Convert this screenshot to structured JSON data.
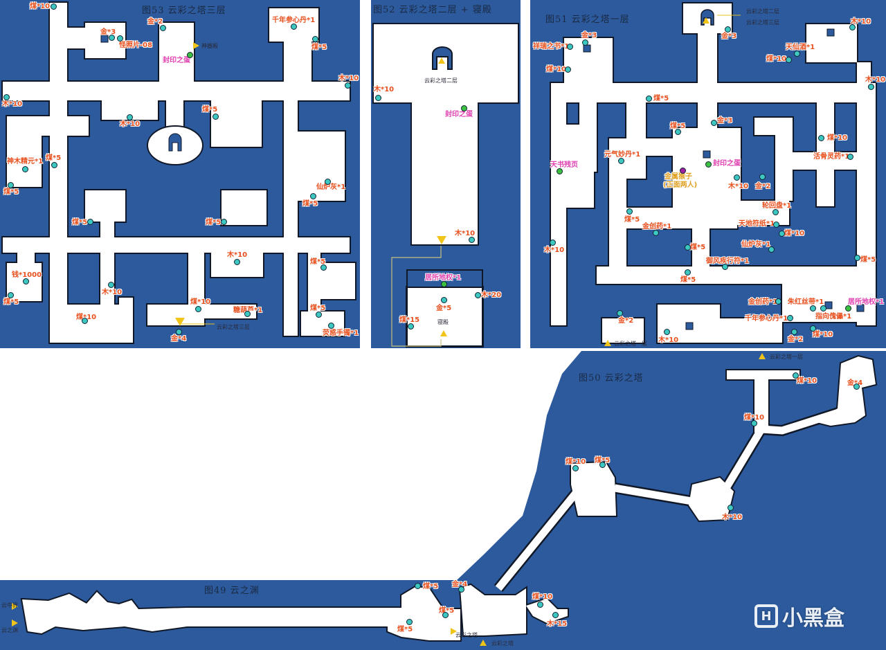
{
  "colors": {
    "water": "#2c5a9c",
    "floor": "#ffffff",
    "item_text": "#e8501e",
    "key_text": "#e040b0",
    "gold_text": "#e0a020",
    "item_dot": "#3cc8c0",
    "key_dot": "#3cc040",
    "marker": "#f0c419"
  },
  "maps": {
    "m53": {
      "title": "图53 云彩之塔三层",
      "labels": [
        {
          "text": "煤*10",
          "kind": "item"
        },
        {
          "text": "金*3",
          "kind": "item"
        },
        {
          "text": "怪照片-08",
          "kind": "item"
        },
        {
          "text": "金*2",
          "kind": "item"
        },
        {
          "text": "神器殿",
          "kind": "place"
        },
        {
          "text": "封印之蛋",
          "kind": "key"
        },
        {
          "text": "千年参心丹*1",
          "kind": "item"
        },
        {
          "text": "煤*5",
          "kind": "item"
        },
        {
          "text": "木*10",
          "kind": "item"
        },
        {
          "text": "木*10",
          "kind": "item"
        },
        {
          "text": "木*10",
          "kind": "item"
        },
        {
          "text": "煤*5",
          "kind": "item"
        },
        {
          "text": "神木精元*1",
          "kind": "item"
        },
        {
          "text": "煤*5",
          "kind": "item"
        },
        {
          "text": "煤*5",
          "kind": "item"
        },
        {
          "text": "仙炉灰*1",
          "kind": "item"
        },
        {
          "text": "煤*5",
          "kind": "item"
        },
        {
          "text": "煤*5",
          "kind": "item"
        },
        {
          "text": "煤*5",
          "kind": "item"
        },
        {
          "text": "木*10",
          "kind": "item"
        },
        {
          "text": "煤*5",
          "kind": "item"
        },
        {
          "text": "钱*1000",
          "kind": "item"
        },
        {
          "text": "木*10",
          "kind": "item"
        },
        {
          "text": "煤*5",
          "kind": "item"
        },
        {
          "text": "煤*10",
          "kind": "item"
        },
        {
          "text": "煤*10",
          "kind": "item"
        },
        {
          "text": "糖葫芦*1",
          "kind": "item"
        },
        {
          "text": "煤*5",
          "kind": "item"
        },
        {
          "text": "云彩之塔三层",
          "kind": "place"
        },
        {
          "text": "金*4",
          "kind": "item"
        },
        {
          "text": "荧惑手镯*1",
          "kind": "item"
        }
      ]
    },
    "m52": {
      "title": "图52 云彩之塔二层 + 寝殿",
      "labels": [
        {
          "text": "云彩之塔二层",
          "kind": "place"
        },
        {
          "text": "木*10",
          "kind": "item"
        },
        {
          "text": "封印之蛋",
          "kind": "key"
        },
        {
          "text": "木*10",
          "kind": "item"
        },
        {
          "text": "居所地权*1",
          "kind": "key"
        },
        {
          "text": "木*20",
          "kind": "item"
        },
        {
          "text": "金*5",
          "kind": "item"
        },
        {
          "text": "煤*15",
          "kind": "item"
        },
        {
          "text": "寝殿",
          "kind": "place"
        }
      ]
    },
    "m51": {
      "title": "图51 云彩之塔一层",
      "labels": [
        {
          "text": "云彩之塔二层",
          "kind": "place"
        },
        {
          "text": "云彩之塔三层",
          "kind": "place"
        },
        {
          "text": "金*3",
          "kind": "item"
        },
        {
          "text": "金*3",
          "kind": "item"
        },
        {
          "text": "祥瑞之书*1",
          "kind": "item"
        },
        {
          "text": "煤*10",
          "kind": "item"
        },
        {
          "text": "木*10",
          "kind": "item"
        },
        {
          "text": "天仙酒*1",
          "kind": "item"
        },
        {
          "text": "煤*10",
          "kind": "item"
        },
        {
          "text": "木*10",
          "kind": "item"
        },
        {
          "text": "煤*5",
          "kind": "item"
        },
        {
          "text": "金*3",
          "kind": "item"
        },
        {
          "text": "煤*5",
          "kind": "item"
        },
        {
          "text": "煤*10",
          "kind": "item"
        },
        {
          "text": "活骨灵药*1",
          "kind": "item"
        },
        {
          "text": "元气妙丹*1",
          "kind": "item"
        },
        {
          "text": "封印之蛋",
          "kind": "key"
        },
        {
          "text": "天书残页",
          "kind": "key"
        },
        {
          "text": "金属猴子",
          "kind": "gold"
        },
        {
          "text": "(正面两人)",
          "kind": "gold"
        },
        {
          "text": "木*10",
          "kind": "item"
        },
        {
          "text": "金*2",
          "kind": "item"
        },
        {
          "text": "轮回盘*1",
          "kind": "item"
        },
        {
          "text": "天地符纸*1",
          "kind": "item"
        },
        {
          "text": "煤*10",
          "kind": "item"
        },
        {
          "text": "煤*5",
          "kind": "item"
        },
        {
          "text": "金创药*1",
          "kind": "item"
        },
        {
          "text": "煤*5",
          "kind": "item"
        },
        {
          "text": "仙炉灰*1",
          "kind": "item"
        },
        {
          "text": "木*10",
          "kind": "item"
        },
        {
          "text": "御风疾行符*1",
          "kind": "item"
        },
        {
          "text": "煤*5",
          "kind": "item"
        },
        {
          "text": "煤*5",
          "kind": "item"
        },
        {
          "text": "金创药*1",
          "kind": "item"
        },
        {
          "text": "朱红丝带*1",
          "kind": "item"
        },
        {
          "text": "居所地权*1",
          "kind": "key"
        },
        {
          "text": "指向傀儡*1",
          "kind": "item"
        },
        {
          "text": "千年参心丹*1",
          "kind": "item"
        },
        {
          "text": "金*2",
          "kind": "item"
        },
        {
          "text": "木*10",
          "kind": "item"
        },
        {
          "text": "金*2",
          "kind": "item"
        },
        {
          "text": "煤*10",
          "kind": "item"
        },
        {
          "text": "云彩之塔一层",
          "kind": "place"
        }
      ]
    },
    "m50": {
      "title": "图50 云彩之塔",
      "labels": [
        {
          "text": "云彩之塔一层",
          "kind": "place"
        },
        {
          "text": "煤*10",
          "kind": "item"
        },
        {
          "text": "金*4",
          "kind": "item"
        },
        {
          "text": "煤*10",
          "kind": "item"
        },
        {
          "text": "煤*10",
          "kind": "item"
        },
        {
          "text": "煤*5",
          "kind": "item"
        },
        {
          "text": "木*10",
          "kind": "item"
        }
      ]
    },
    "m49": {
      "title": "图49 云之渊",
      "labels": [
        {
          "text": "云中界",
          "kind": "place"
        },
        {
          "text": "云之渊",
          "kind": "place"
        },
        {
          "text": "煤*5",
          "kind": "item"
        },
        {
          "text": "金*4",
          "kind": "item"
        },
        {
          "text": "煤*5",
          "kind": "item"
        },
        {
          "text": "煤*5",
          "kind": "item"
        },
        {
          "text": "煤*10",
          "kind": "item"
        },
        {
          "text": "木*15",
          "kind": "item"
        },
        {
          "text": "云彩之塔",
          "kind": "place"
        },
        {
          "text": "云彩之塔",
          "kind": "place"
        }
      ]
    }
  },
  "watermark": {
    "text": "小黑盒",
    "logo": "H"
  }
}
